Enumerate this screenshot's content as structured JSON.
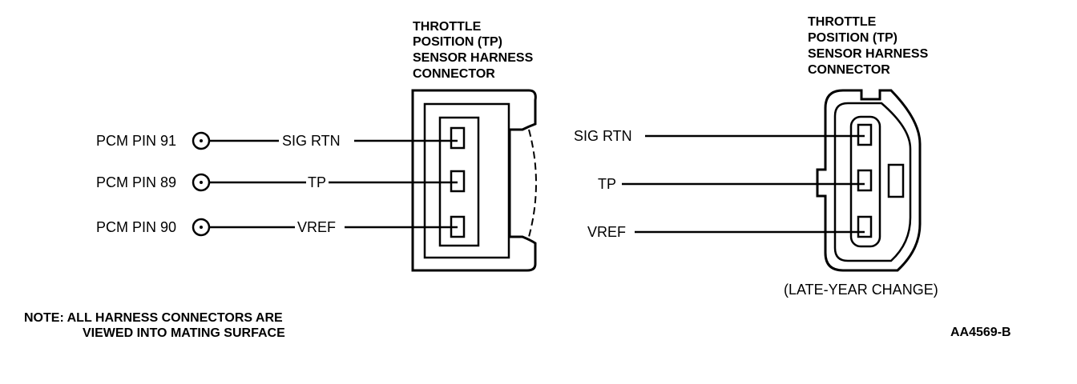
{
  "left_connector": {
    "title_lines": [
      "THROTTLE",
      "POSITION (TP)",
      "SENSOR HARNESS",
      "CONNECTOR"
    ],
    "wires": [
      {
        "pin_label": "PCM PIN 91",
        "signal": "SIG RTN"
      },
      {
        "pin_label": "PCM PIN 89",
        "signal": "TP"
      },
      {
        "pin_label": "PCM PIN 90",
        "signal": "VREF"
      }
    ]
  },
  "right_connector": {
    "title_lines": [
      "THROTTLE",
      "POSITION (TP)",
      "SENSOR HARNESS",
      "CONNECTOR"
    ],
    "wires": [
      {
        "signal": "SIG RTN"
      },
      {
        "signal": "TP"
      },
      {
        "signal": "VREF"
      }
    ],
    "caption": "(LATE-YEAR CHANGE)"
  },
  "note": {
    "line1": "NOTE: ALL HARNESS CONNECTORS ARE",
    "line2": "VIEWED INTO MATING SURFACE"
  },
  "figure_id": "AA4569-B"
}
